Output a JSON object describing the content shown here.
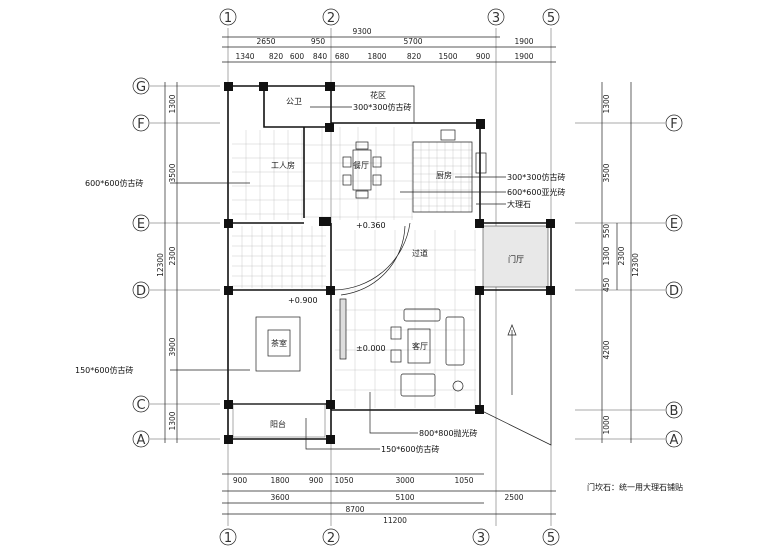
{
  "axes": {
    "top": [
      "1",
      "2",
      "3",
      "5"
    ],
    "bottom": [
      "1",
      "2",
      "3",
      "5"
    ],
    "left": [
      "G",
      "F",
      "E",
      "D",
      "C",
      "A"
    ],
    "right": [
      "F",
      "E",
      "D",
      "B",
      "A"
    ]
  },
  "dims_top": {
    "row1": [
      "9300"
    ],
    "row2": [
      "2650",
      "950",
      "5700",
      "1900"
    ],
    "row3": [
      "1340",
      "820",
      "600",
      "840",
      "680",
      "1800",
      "820",
      "1500",
      "900",
      "1900"
    ]
  },
  "dims_bottom": {
    "row1": [
      "900",
      "1800",
      "900",
      "1050",
      "3000",
      "1050"
    ],
    "row2": [
      "3600",
      "5100",
      "2500"
    ],
    "row3": [
      "8700"
    ],
    "row4": [
      "11200"
    ]
  },
  "dims_left": {
    "total": "12300",
    "parts": [
      "1300",
      "3500",
      "2300",
      "3900",
      "1300"
    ]
  },
  "dims_right": {
    "parts": [
      "1300",
      "3500",
      "550",
      "1300",
      "450",
      "4200",
      "1000"
    ],
    "sub": "2300",
    "total": "12300"
  },
  "rooms": {
    "garden": "花区",
    "bathroom": "公卫",
    "servant_room": "工人房",
    "dining": "餐厅",
    "kitchen": "厨房",
    "corridor": "过道",
    "foyer": "门厅",
    "tea_room": "茶室",
    "living": "客厅",
    "balcony": "阳台"
  },
  "elevations": {
    "dining": "+0.360",
    "tea_room": "+0.900",
    "living": "±0.000"
  },
  "annotations": {
    "bath_tile": "300*300仿古砖",
    "left_tile_upper": "600*600仿古砖",
    "left_tile_lower": "150*600仿古砖",
    "kitchen_tile": "300*300仿古砖",
    "dining_tile": "600*600亚光砖",
    "marble": "大理石",
    "living_tile": "800*800抛光砖",
    "balcony_tile": "150*600仿古砖"
  },
  "note": "门坎石：统一用大理石铺贴"
}
